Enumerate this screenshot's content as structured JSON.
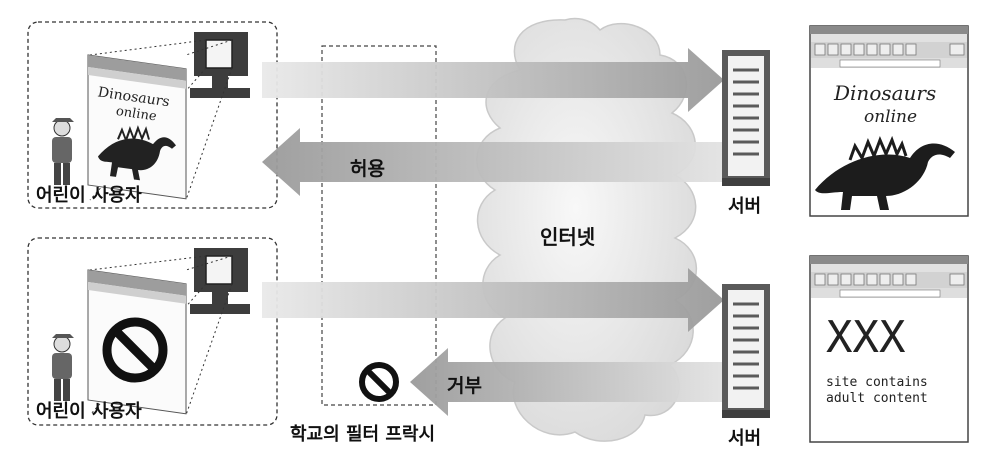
{
  "diagram": {
    "cloud_label": "인터넷",
    "proxy_label": "학교의 필터 프락시",
    "allowed_label": "허용",
    "denied_label": "거부",
    "top_user_label": "어린이 사용자",
    "bottom_user_label": "어린이 사용자",
    "top_server_label": "서버",
    "bottom_server_label": "서버",
    "screen_dino_title_line1": "Dinosaurs",
    "screen_dino_title_line2": "online",
    "top_browser": {
      "page_title_line1": "Dinosaurs",
      "page_title_line2": "online"
    },
    "bottom_browser": {
      "page_title": "XXX",
      "caption_line1": "site contains",
      "caption_line2": "adult content"
    },
    "colors": {
      "arrow": "#b9b9b9",
      "arrow_dark": "#8e8e8e",
      "cloud": "#ececec",
      "server": "#5a5a5a",
      "prohibit": "#111111"
    }
  }
}
